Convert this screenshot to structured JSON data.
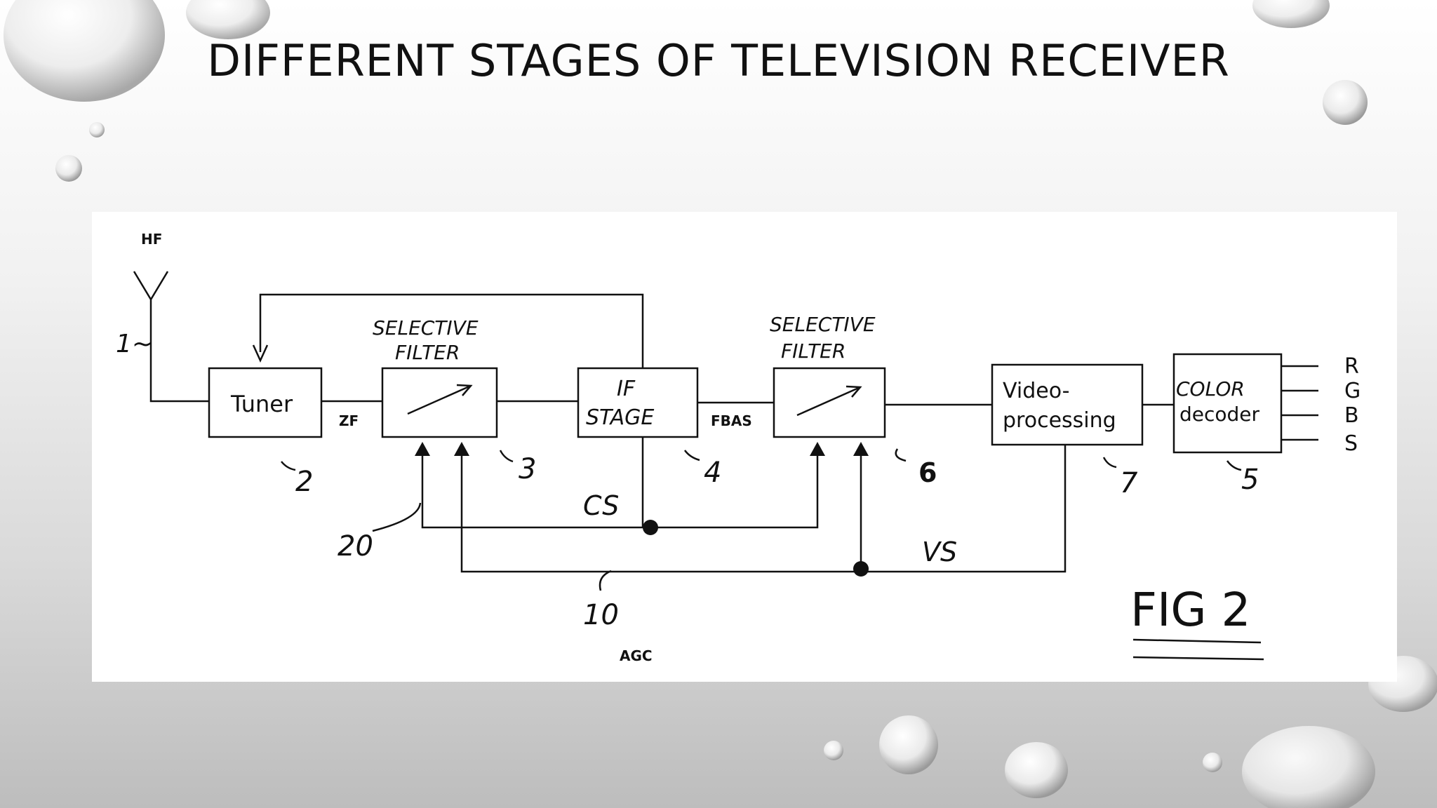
{
  "slide": {
    "title": "DIFFERENT STAGES OF TELEVISION RECEIVER"
  },
  "diagram": {
    "hf": "HF",
    "antenna_ref": "1~",
    "zf": "ZF",
    "fbas": "FBAS",
    "agc": "AGC",
    "cs": "CS",
    "vs": "VS",
    "fig": "FIG 2",
    "blocks": {
      "tuner": {
        "label": "Tuner",
        "ref": "2"
      },
      "filter1": {
        "line1": "SELECTIVE",
        "line2": "FILTER",
        "ref": "3"
      },
      "if_stage": {
        "line1": "IF",
        "line2": "STAGE",
        "ref": "4"
      },
      "filter2": {
        "line1": "SELECTIVE",
        "line2": "FILTER",
        "ref": "6"
      },
      "video": {
        "line1": "Video-",
        "line2": "processing",
        "ref": "7"
      },
      "color": {
        "line1": "COLOR",
        "line2": "decoder",
        "ref": "5"
      }
    },
    "refs": {
      "r20": "20",
      "r10": "10"
    },
    "outputs": [
      "R",
      "G",
      "B",
      "S"
    ]
  }
}
